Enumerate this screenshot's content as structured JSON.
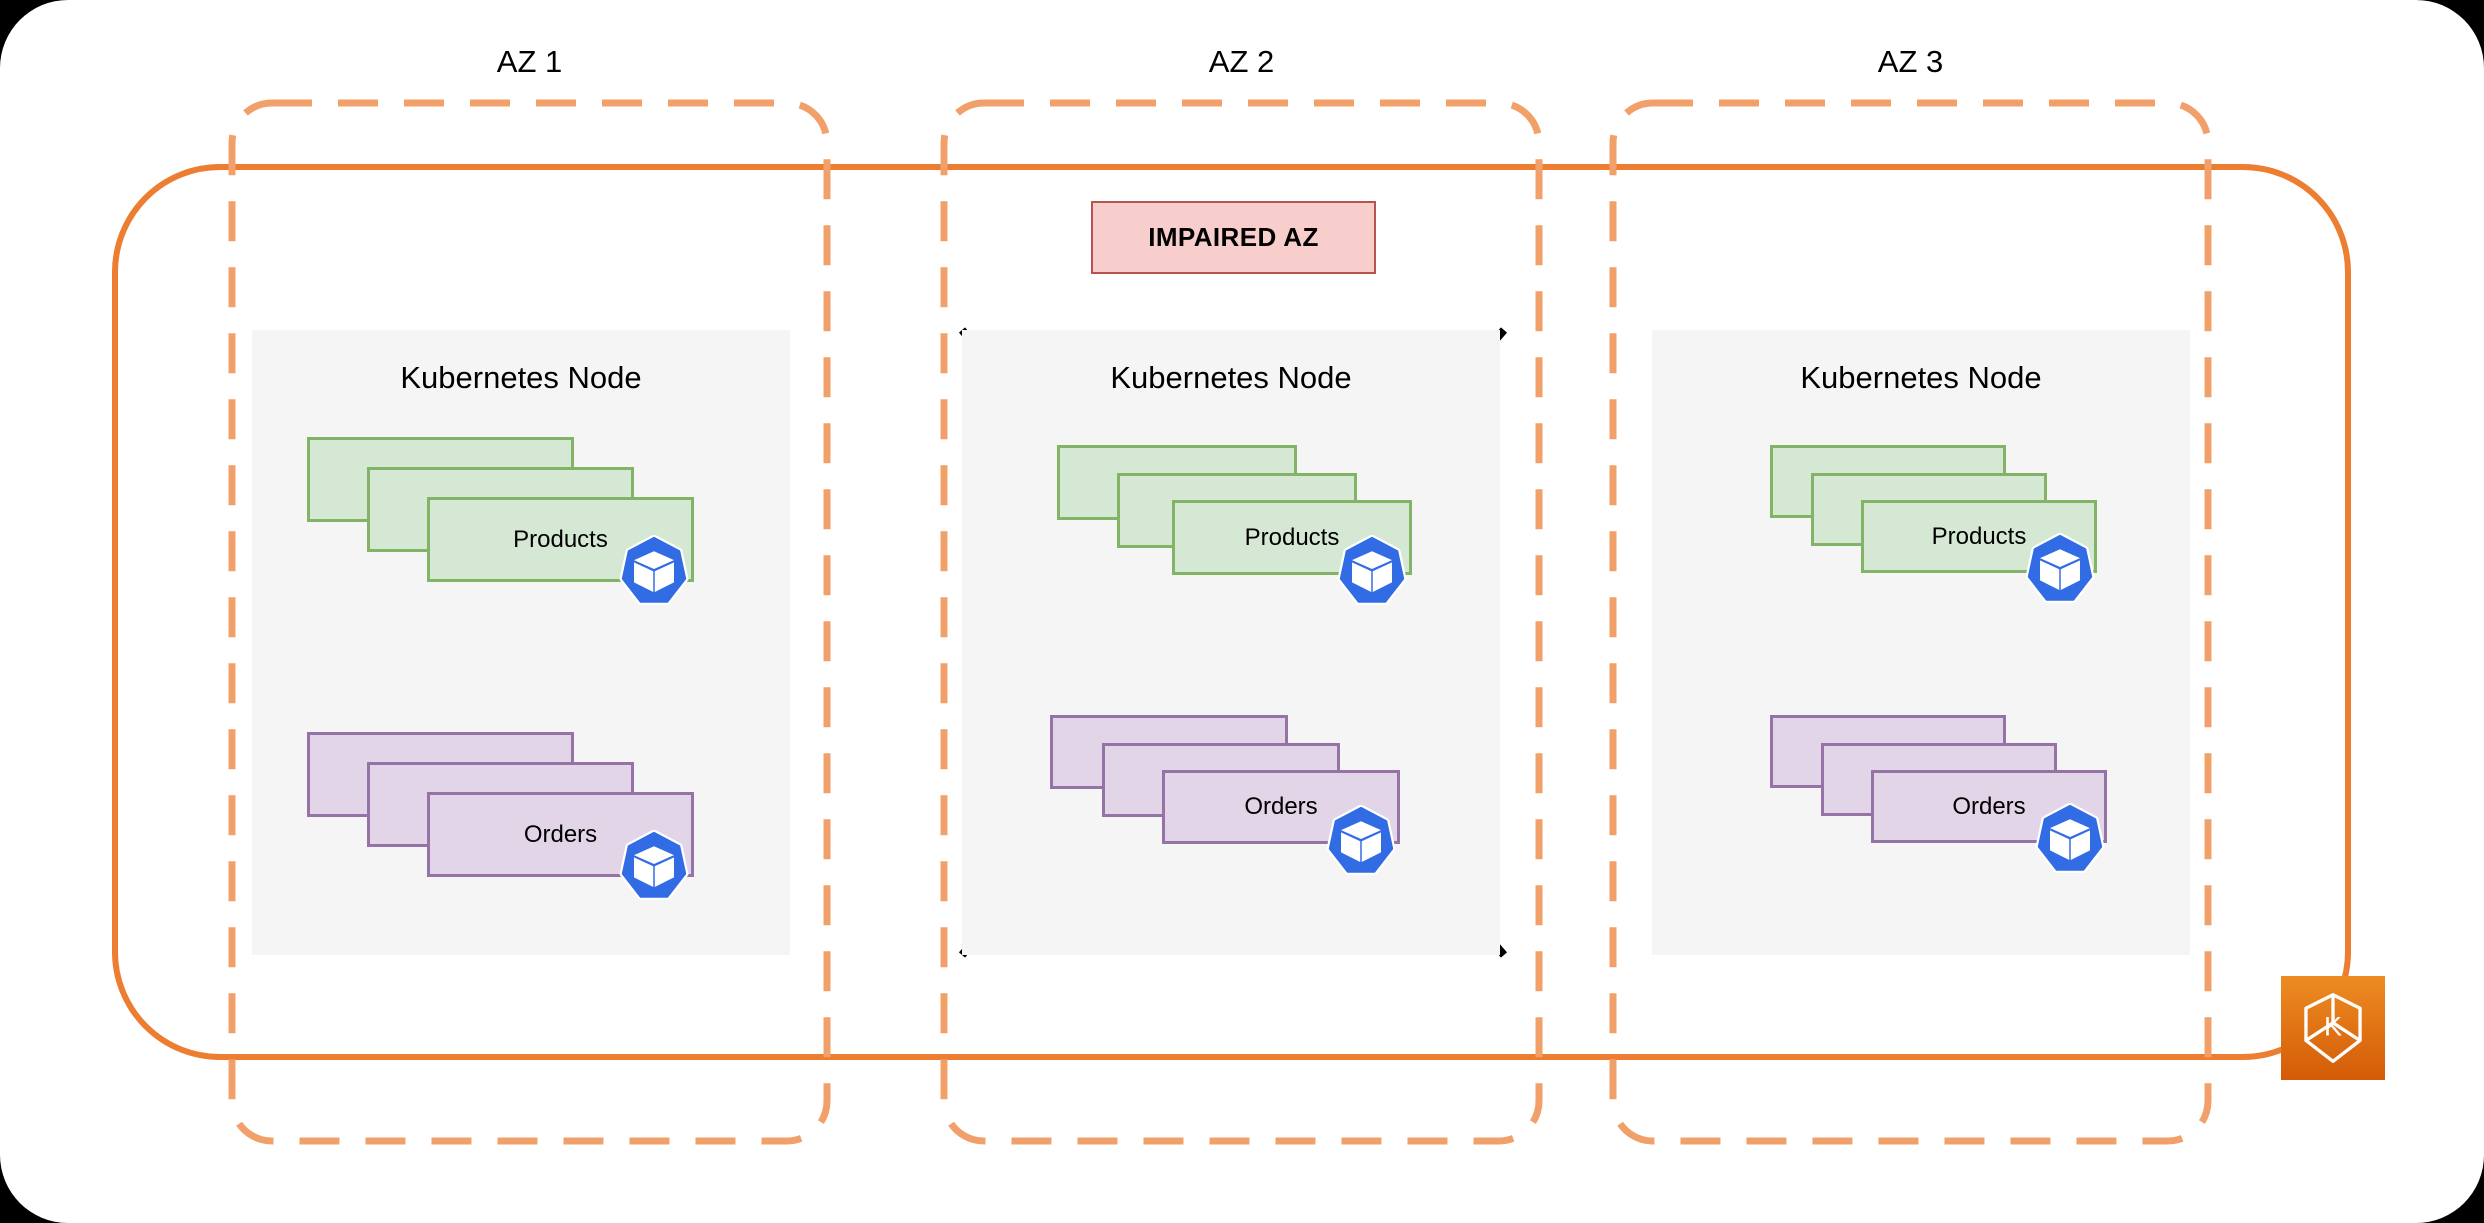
{
  "diagram": {
    "title": "Multi-AZ Kubernetes cluster with impaired availability zone",
    "background_color": "#000000",
    "canvas_color": "#ffffff",
    "cluster_border_color": "#ed7d31",
    "az_border_color": "#f2a06a",
    "node_fill_color": "#f5f5f5",
    "x_mark_color": "#000000"
  },
  "availability_zones": [
    {
      "label": "AZ 1",
      "impaired": false,
      "node": {
        "title": "Kubernetes Node",
        "workloads": [
          {
            "label": "Products",
            "replicas": 3,
            "fill_color": "#d5e8d4",
            "border_color": "#82b366",
            "badge": "kubernetes-pod-icon"
          },
          {
            "label": "Orders",
            "replicas": 3,
            "fill_color": "#e1d5e7",
            "border_color": "#9673a6",
            "badge": "kubernetes-pod-icon"
          }
        ]
      }
    },
    {
      "label": "AZ 2",
      "impaired": true,
      "banner": {
        "label": "IMPAIRED AZ",
        "fill_color": "#f8cecc",
        "border_color": "#b85450"
      },
      "node": {
        "title": "Kubernetes Node",
        "workloads": [
          {
            "label": "Products",
            "replicas": 3,
            "fill_color": "#d5e8d4",
            "border_color": "#82b366",
            "badge": "kubernetes-pod-icon"
          },
          {
            "label": "Orders",
            "replicas": 3,
            "fill_color": "#e1d5e7",
            "border_color": "#9673a6",
            "badge": "kubernetes-pod-icon"
          }
        ]
      }
    },
    {
      "label": "AZ 3",
      "impaired": false,
      "node": {
        "title": "Kubernetes Node",
        "workloads": [
          {
            "label": "Products",
            "replicas": 3,
            "fill_color": "#d5e8d4",
            "border_color": "#82b366",
            "badge": "kubernetes-pod-icon"
          },
          {
            "label": "Orders",
            "replicas": 3,
            "fill_color": "#e1d5e7",
            "border_color": "#9673a6",
            "badge": "kubernetes-pod-icon"
          }
        ]
      }
    }
  ],
  "service_badge": {
    "name": "aws-eks-icon",
    "letter": "K",
    "fill_top": "#ed8c22",
    "fill_bottom": "#d45b07"
  }
}
